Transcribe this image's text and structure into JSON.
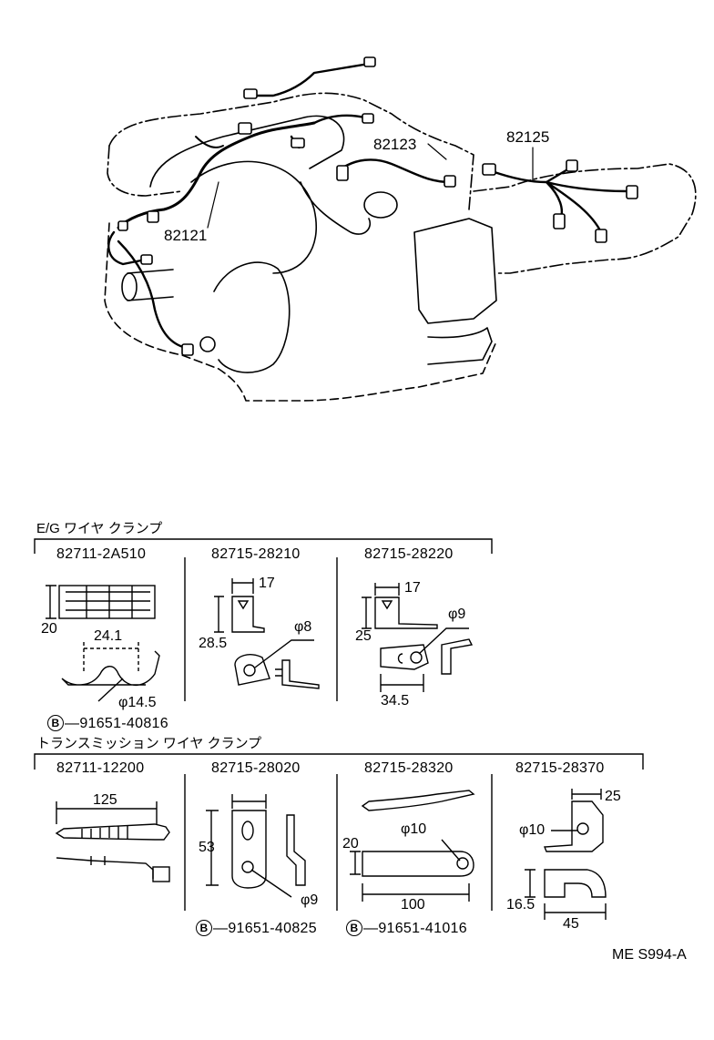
{
  "callouts": {
    "p82121": "82121",
    "p82123": "82123",
    "p82125": "82125"
  },
  "eg_section": {
    "title": "E/G ワイヤ クランプ",
    "parts": [
      "82711-2A510",
      "82715-28210",
      "82715-28220"
    ],
    "dims": {
      "a_height": "20",
      "a_width": "24.1",
      "a_dia": "φ14.5",
      "b_width": "17",
      "b_height": "28.5",
      "b_dia": "φ8",
      "c_width": "17",
      "c_height": "25",
      "c_dia": "φ9",
      "c_len": "34.5"
    },
    "bolt_mark": "B",
    "bolt": "91651-40816"
  },
  "tm_section": {
    "title": "トランスミッション ワイヤ クランプ",
    "parts": [
      "82711-12200",
      "82715-28020",
      "82715-28320",
      "82715-28370"
    ],
    "dims": {
      "d_len": "125",
      "e_height": "53",
      "e_dia": "φ9",
      "f_height": "20",
      "f_dia": "φ10",
      "f_len": "100",
      "g_dia": "φ10",
      "g_width": "25",
      "g_height": "16.5",
      "g_len": "45"
    },
    "bolt_mark": "B",
    "bolts": [
      "91651-40825",
      "91651-41016"
    ]
  },
  "drawing_code": "ME S994-A"
}
